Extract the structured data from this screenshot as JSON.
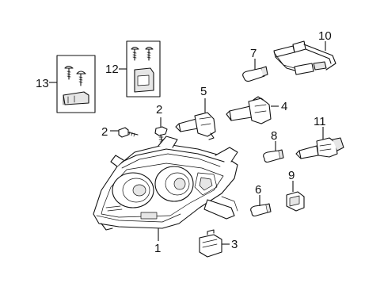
{
  "callouts": {
    "c1": "1",
    "c2a": "2",
    "c2b": "2",
    "c3": "3",
    "c4": "4",
    "c5": "5",
    "c6": "6",
    "c7": "7",
    "c8": "8",
    "c9": "9",
    "c10": "10",
    "c11": "11",
    "c12": "12",
    "c13": "13"
  },
  "colors": {
    "line": "#111111",
    "background": "#ffffff"
  }
}
